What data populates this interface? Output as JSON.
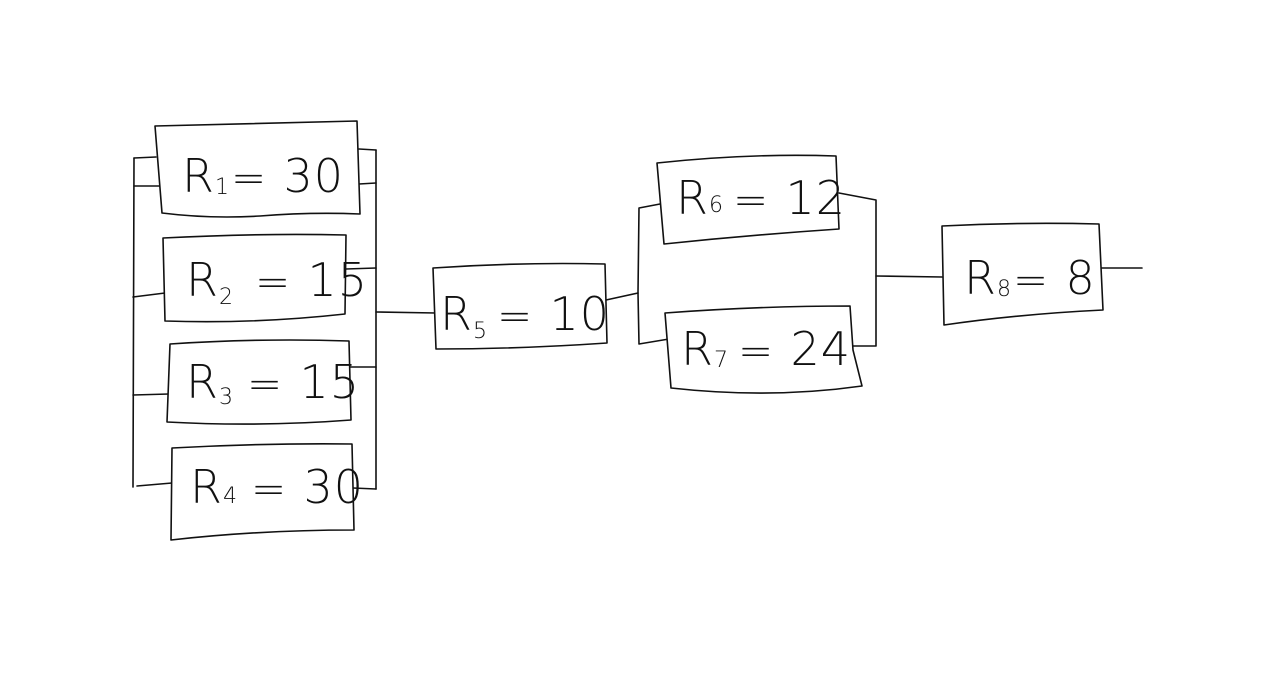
{
  "diagram": {
    "resistors": [
      {
        "name": "R",
        "sub": "1",
        "value": "30"
      },
      {
        "name": "R",
        "sub": "2",
        "value": "15"
      },
      {
        "name": "R",
        "sub": "3",
        "value": "15"
      },
      {
        "name": "R",
        "sub": "4",
        "value": "30"
      },
      {
        "name": "R",
        "sub": "5",
        "value": "10"
      },
      {
        "name": "R",
        "sub": "6",
        "value": "12"
      },
      {
        "name": "R",
        "sub": "7",
        "value": "24"
      },
      {
        "name": "R",
        "sub": "8",
        "value": "8"
      }
    ]
  }
}
